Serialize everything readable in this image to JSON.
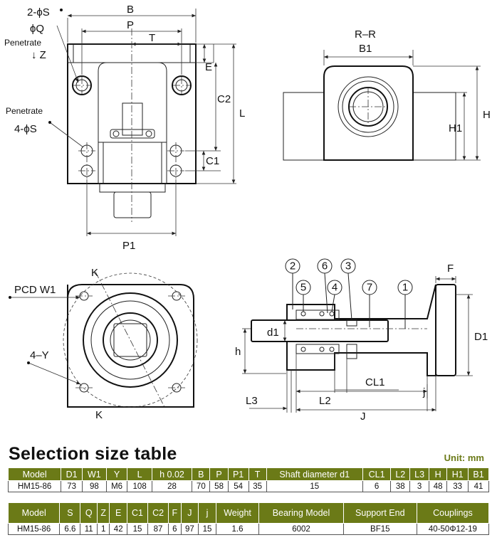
{
  "drawing": {
    "top_view": {
      "left_note_1": "2-ϕS",
      "left_note_2": "ϕQ",
      "left_note_3": "Penetrate",
      "left_note_4": "↓ Z",
      "left_note_5": "Penetrate",
      "left_note_6": "4-ϕS",
      "dim_B": "B",
      "dim_P": "P",
      "dim_T": "T",
      "dim_E": "E",
      "dim_C2": "C2",
      "dim_L": "L",
      "dim_C1": "C1",
      "dim_P1": "P1"
    },
    "section_view": {
      "title": "R–R",
      "dim_B1": "B1",
      "dim_H": "H",
      "dim_H1": "H1"
    },
    "front_view": {
      "label_K_top": "K",
      "label_K_bottom": "K",
      "label_pcd": "PCD W1",
      "label_y": "4–Y"
    },
    "side_view": {
      "dim_F": "F",
      "dim_D1": "D1",
      "dim_d1": "d1",
      "dim_h": "h",
      "dim_CL1": "CL1",
      "dim_L2": "L2",
      "dim_L3": "L3",
      "dim_j": "j",
      "dim_J": "J",
      "parts": [
        "1",
        "2",
        "3",
        "4",
        "5",
        "6",
        "7"
      ]
    }
  },
  "section_title": "Selection size table",
  "unit": "Unit: mm",
  "table1": {
    "headers": [
      "Model",
      "D1",
      "W1",
      "Y",
      "L",
      "h 0.02",
      "B",
      "P",
      "P1",
      "T",
      "Shaft diameter d1",
      "CL1",
      "L2",
      "L3",
      "H",
      "H1",
      "B1"
    ],
    "row": [
      "HM15-86",
      "73",
      "98",
      "M6",
      "108",
      "28",
      "70",
      "58",
      "54",
      "35",
      "15",
      "6",
      "38",
      "3",
      "48",
      "33",
      "41"
    ]
  },
  "table2": {
    "headers": [
      "Model",
      "S",
      "Q",
      "Z",
      "E",
      "C1",
      "C2",
      "F",
      "J",
      "j",
      "Weight",
      "Bearing Model",
      "Support End",
      "Couplings"
    ],
    "row": [
      "HM15-86",
      "6.6",
      "11",
      "1",
      "42",
      "15",
      "87",
      "6",
      "97",
      "15",
      "1.6",
      "6002",
      "BF15",
      "40-50Φ12-19"
    ]
  }
}
